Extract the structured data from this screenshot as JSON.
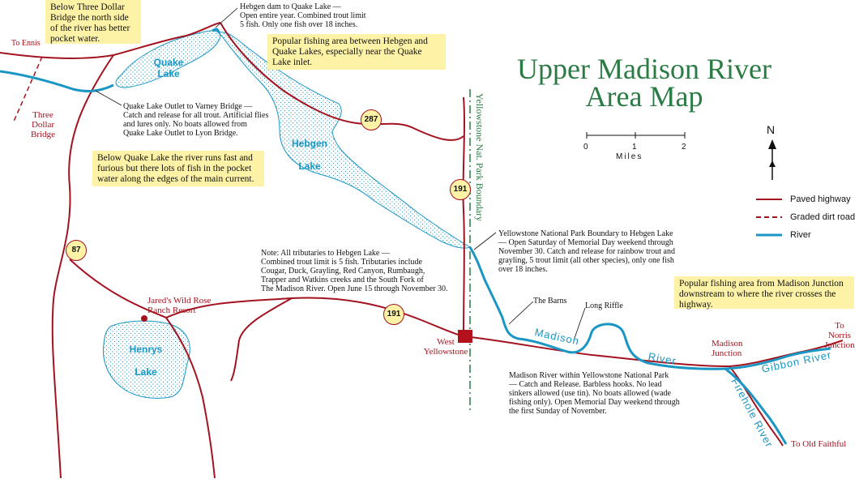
{
  "map": {
    "title": "Upper Madison River\nArea Map",
    "north": "N",
    "scale": {
      "ticks": [
        "0",
        "1",
        "2"
      ],
      "unit": "Miles"
    },
    "legend": [
      {
        "label": "Paved highway",
        "color": "#a3131f",
        "style": "solid"
      },
      {
        "label": "Graded dirt road",
        "color": "#a3131f",
        "style": "dashed"
      },
      {
        "label": "River",
        "color": "#1a96c4",
        "style": "solid"
      }
    ],
    "routes": [
      "287",
      "191",
      "87",
      "191"
    ],
    "lakes": {
      "quake": "Quake\nLake",
      "hebgen": "Hebgen\n\nLake",
      "henrys": "Henrys\n\nLake"
    },
    "park_boundary": "Yellowstone Nat. Park Boundary",
    "places": {
      "to_ennis": "To Ennis",
      "three_dollar_bridge": "Three\nDollar\nBridge",
      "jareds": "Jared's Wild Rose\nRanch Resort",
      "west_yellowstone": "West\nYellowstone",
      "madison_junction": "Madison\nJunction",
      "to_norris_junction": "To\nNorris\nJunction",
      "to_old_faithful": "To Old Faithful",
      "the_barns": "The Barns",
      "long_riffle": "Long Riffle"
    },
    "river_labels": {
      "madison": "Madison",
      "river": "River",
      "gibbon": "Gibbon River",
      "firehole": "Firehole River"
    },
    "callouts": {
      "three_dollar": "Below Three Dollar Bridge the north side of the river has better pocket water.",
      "popular_hebgen": "Popular fishing area between Hebgen and Quake Lakes, especially near the Quake Lake inlet.",
      "below_quake": "Below Quake Lake the river runs fast and furious but there lots of fish in the pocket water along the edges of the main current.",
      "popular_junction": "Popular fishing area from Madison Junction downstream to where the river crosses the highway."
    },
    "notes": {
      "hebgen_dam": "Hebgen dam to Quake Lake —\nOpen entire year. Combined trout limit\n5 fish. Only one fish over 18 inches.",
      "quake_outlet": "Quake Lake Outlet to Varney Bridge —\nCatch and release for all trout. Artificial flies\nand lures only.  No boats allowed from\nQuake Lake Outlet to Lyon Bridge.",
      "ynp_boundary": "Yellowstone National Park Boundary to Hebgen Lake\n— Open Saturday of Memorial Day weekend through\nNovember 30. Catch and release for rainbow trout and\ngrayling, 5 trout limit (all other species), only one fish\nover 18 inches.",
      "tributaries": "Note: All tributaries to Hebgen Lake —\nCombined trout limit is 5 fish. Tributaries include\nCougar, Duck, Grayling, Red Canyon, Rumbaugh,\nTrapper and Watkins creeks and the South Fork of\nThe Madison River. Open June 15 through November 30.",
      "within_ynp": "Madison River within Yellowstone National Park\n— Catch and Release. Barbless hooks. No lead\nsinkers allowed (use tin). No boats allowed (wade\nfishing only). Open Memorial Day weekend through\nthe first Sunday of November."
    }
  }
}
